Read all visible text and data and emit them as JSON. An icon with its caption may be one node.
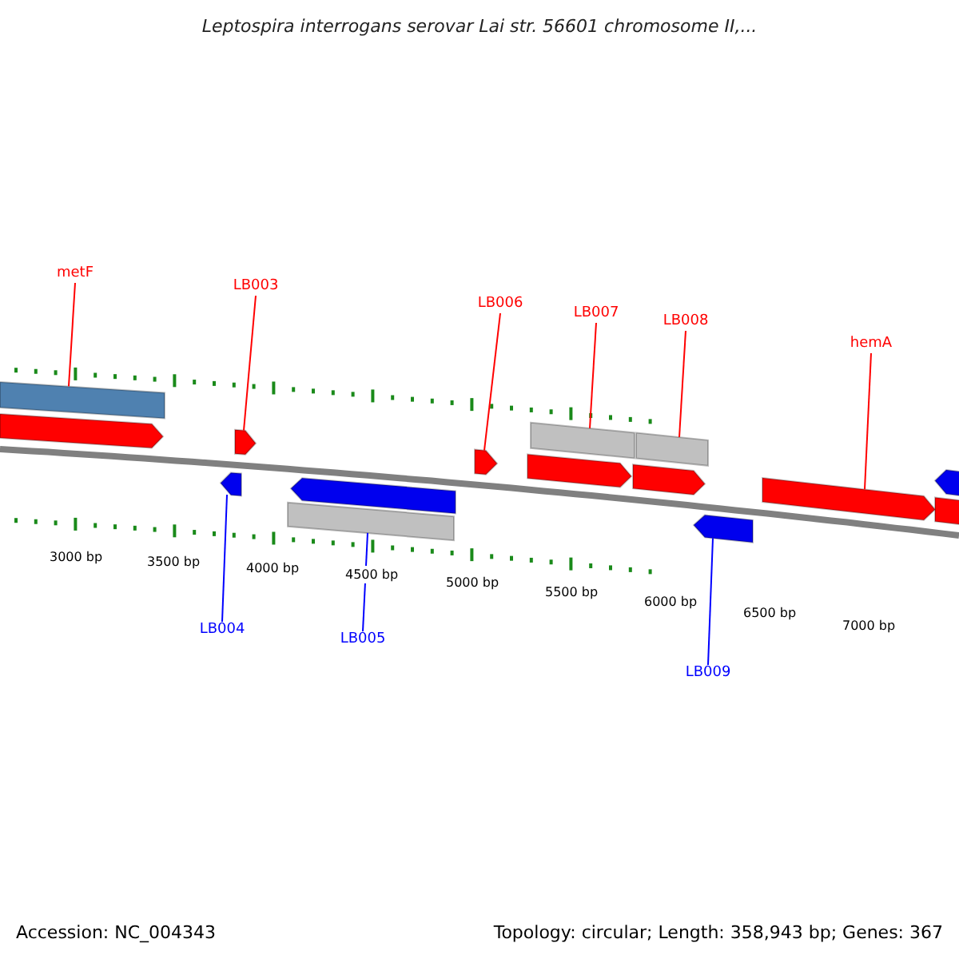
{
  "diagram": {
    "title": "Leptospira interrogans serovar Lai str. 56601 chromosome II,...",
    "nodes": [
      {
        "text": [
          "metF"
        ]
      },
      {
        "text": [
          "LB003"
        ]
      },
      {
        "text": [
          "LB006"
        ]
      },
      {
        "text": [
          "LB007"
        ]
      },
      {
        "text": [
          "LB008"
        ]
      },
      {
        "text": [
          "hemA"
        ]
      },
      {
        "text": [
          "LB004"
        ]
      },
      {
        "text": [
          "LB005"
        ]
      },
      {
        "text": [
          "LB009"
        ]
      },
      {
        "text": [],
        "shape": "bar"
      },
      {
        "text": [],
        "shape": "arrow"
      },
      {
        "text": [],
        "shape": "arrow"
      },
      {
        "text": [],
        "shape": "arrow"
      },
      {
        "text": [],
        "shape": "bar"
      },
      {
        "text": [],
        "shape": "arrow"
      },
      {
        "text": [],
        "shape": "arrow"
      },
      {
        "text": [],
        "shape": "arrow"
      },
      {
        "text": [],
        "shape": "bar"
      },
      {
        "text": [],
        "shape": "bar"
      },
      {
        "text": [],
        "shape": "arrow"
      },
      {
        "text": [],
        "shape": "arrow"
      },
      {
        "text": [],
        "shape": "arrow"
      },
      {
        "text": [],
        "shape": "arrow"
      },
      {
        "text": [],
        "shape": "arrow"
      }
    ],
    "edges": [
      {
        "from": 0,
        "to": 9,
        "arrow": "none"
      },
      {
        "from": 1,
        "to": 12,
        "arrow": "none"
      },
      {
        "from": 2,
        "to": 15,
        "arrow": "none"
      },
      {
        "from": 3,
        "to": 17,
        "arrow": "none"
      },
      {
        "from": 4,
        "to": 18,
        "arrow": "none"
      },
      {
        "from": 5,
        "to": 21,
        "arrow": "none"
      },
      {
        "from": 6,
        "to": 11,
        "arrow": "none",
        "color": "#0000ff"
      },
      {
        "from": 7,
        "to": 13,
        "arrow": "none",
        "color": "#0000ff"
      },
      {
        "from": 8,
        "to": 20,
        "arrow": "none",
        "color": "#0000ff"
      }
    ],
    "labels": [
      "3000 bp",
      "3500 bp",
      "4000 bp",
      "4500 bp",
      "5000 bp",
      "5500 bp",
      "6000 bp",
      "6500 bp",
      "7000 bp",
      "Accession: NC_004343",
      "Topology: circular; Length: 358,943 bp; Genes: 367"
    ]
  }
}
